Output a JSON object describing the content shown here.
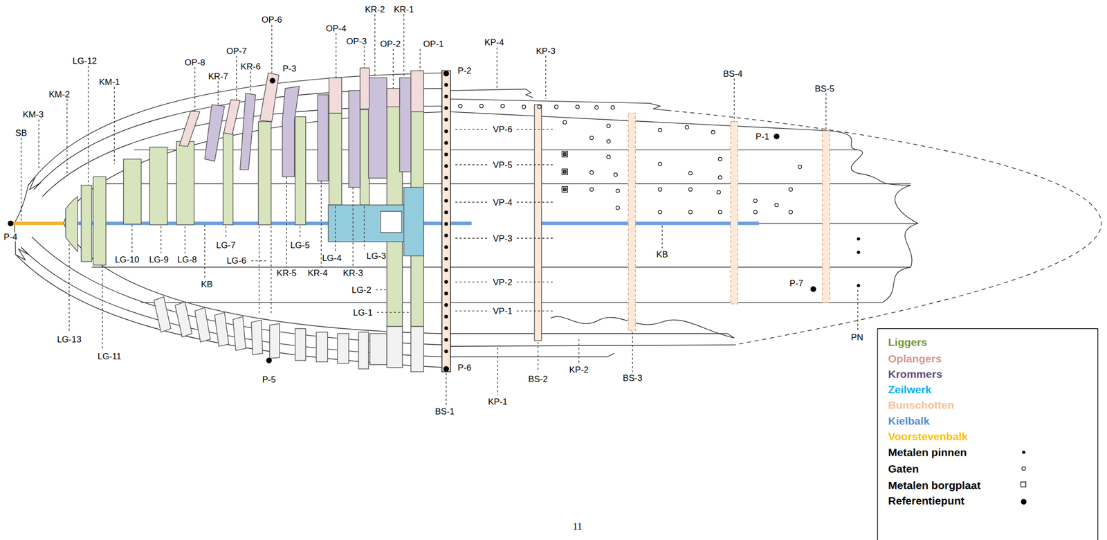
{
  "diagram": {
    "labels": [
      "KR-2",
      "KR-1",
      "OP-6",
      "OP-4",
      "OP-3",
      "KP-4",
      "OP-2",
      "OP-1",
      "OP-7",
      "KP-3",
      "LG-12",
      "OP-8",
      "KR-6",
      "P-3",
      "P-2",
      "BS-4",
      "KR-7",
      "KM-1",
      "BS-5",
      "KM-2",
      "KM-3",
      "VP-6",
      "SB",
      "P-1",
      "VP-5",
      "VP-4",
      "P-4",
      "VP-3",
      "LG-7",
      "LG-5",
      "KB",
      "LG-3",
      "LG-4",
      "LG-10",
      "LG-9",
      "LG-8",
      "LG-6",
      "KR-5",
      "KR-4",
      "KR-3",
      "VP-2",
      "P-7",
      "KB",
      "LG-2",
      "VP-1",
      "LG-1",
      "PN",
      "LG-13",
      "LG-11",
      "P-6",
      "KP-2",
      "BS-3",
      "BS-2",
      "P-5",
      "KP-1",
      "BS-1",
      "11"
    ],
    "legend": [
      {
        "text": "Liggers",
        "color": "#77933c"
      },
      {
        "text": "Oplangers",
        "color": "#d99694"
      },
      {
        "text": "Krommers",
        "color": "#604a7b"
      },
      {
        "text": "Zeilwerk",
        "color": "#00b0f0"
      },
      {
        "text": "Bunschotten",
        "color": "#fac090"
      },
      {
        "text": "Kielbalk",
        "color": "#558ed5"
      },
      {
        "text": "Voorstevenbalk",
        "color": "#ffc000"
      },
      {
        "text": "Metalen pinnen"
      },
      {
        "text": "Gaten"
      },
      {
        "text": "Metalen borgplaat"
      },
      {
        "text": "Referentiepunt"
      }
    ]
  }
}
